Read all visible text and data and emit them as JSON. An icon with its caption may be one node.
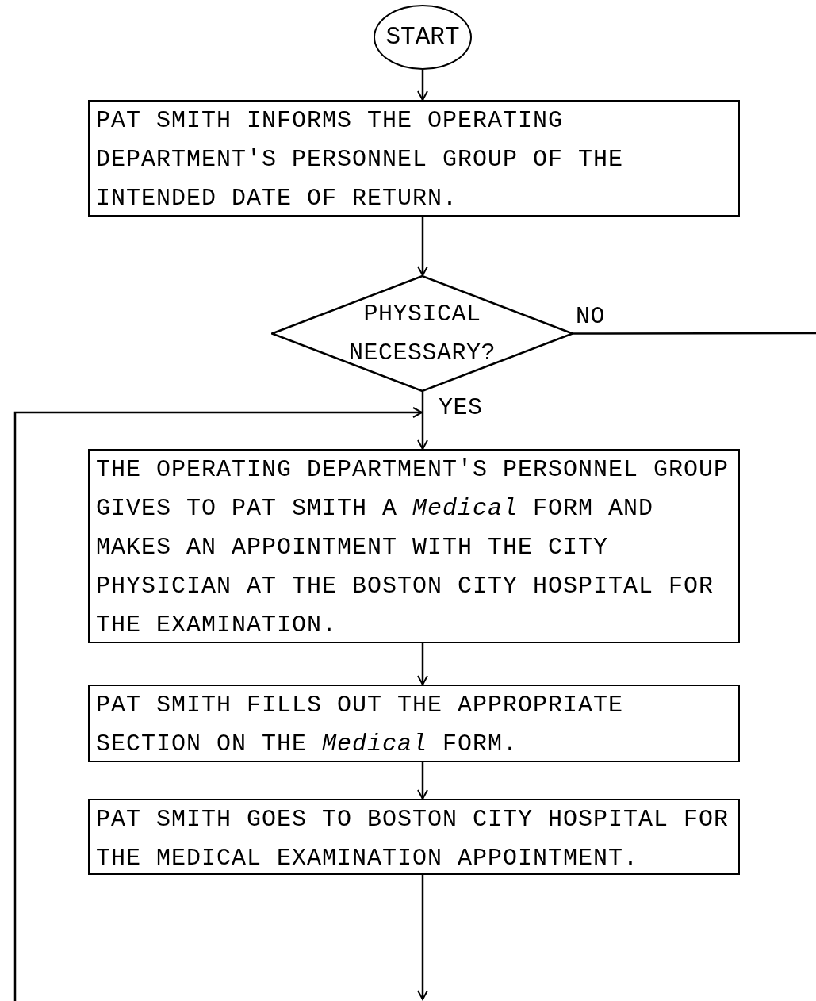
{
  "diagram": {
    "nodes": [
      {
        "text": [
          "START"
        ]
      },
      {
        "text": [
          "PAT SMITH INFORMS THE OPERATING DEPARTMENT'S PERSONNEL GROUP OF THE INTENDED DATE OF RETURN."
        ]
      },
      {
        "text": [
          "PHYSICAL NECESSARY?"
        ]
      },
      {
        "text": [
          "THE OPERATING DEPARTMENT'S PERSONNEL GROUP GIVES TO PAT SMITH A *Medical* FORM AND MAKES AN APPOINTMENT WITH THE CITY PHYSICIAN AT THE BOSTON CITY HOSPITAL FOR THE EXAMINATION."
        ]
      },
      {
        "text": [
          "PAT SMITH FILLS OUT THE APPROPRIATE SECTION ON THE *Medical* FORM."
        ]
      },
      {
        "text": [
          "PAT SMITH GOES TO BOSTON CITY HOSPITAL FOR THE MEDICAL EXAMINATION APPOINTMENT."
        ]
      }
    ],
    "edges": [
      {
        "from": 0,
        "to": 1,
        "arrow": "to"
      },
      {
        "from": 1,
        "to": 2,
        "arrow": "to"
      },
      {
        "from": 2,
        "to": 3,
        "arrow": "to",
        "label": "YES"
      },
      {
        "from": 2,
        "to": null,
        "arrow": "none",
        "label": "NO"
      },
      {
        "from": 3,
        "to": 4,
        "arrow": "to"
      },
      {
        "from": 4,
        "to": 5,
        "arrow": "to"
      },
      {
        "from": 5,
        "to": null,
        "arrow": "to"
      },
      {
        "from": null,
        "to": 3,
        "arrow": "to"
      }
    ]
  }
}
